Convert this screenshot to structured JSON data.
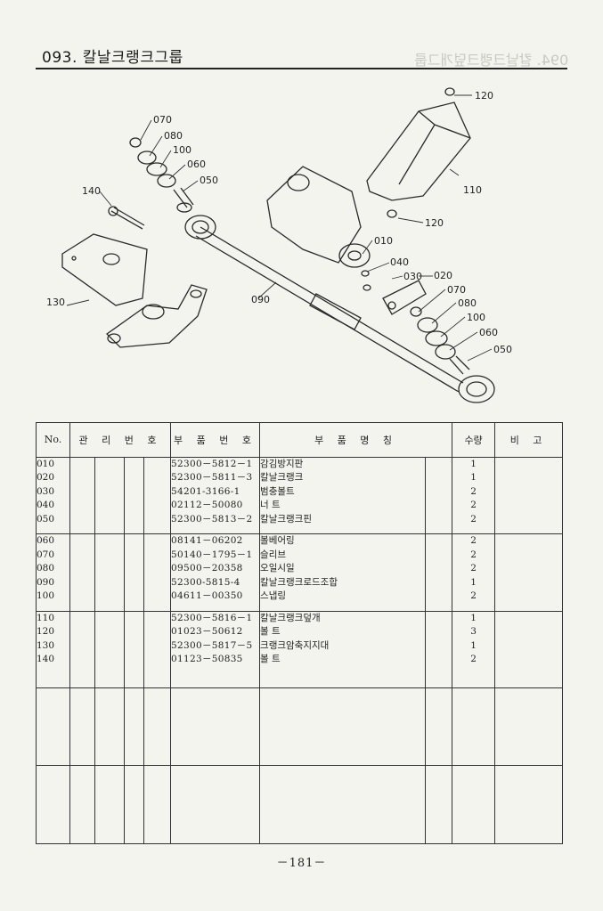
{
  "header": {
    "title": "093. 칼날크랭크그룹",
    "ghost_title": "094. 칼날크랭크덮개그룹"
  },
  "diagram": {
    "callouts": [
      "070",
      "080",
      "100",
      "060",
      "050",
      "140",
      "130",
      "090",
      "120",
      "110",
      "120",
      "010",
      "040",
      "030",
      "020",
      "070",
      "080",
      "100",
      "060",
      "050"
    ]
  },
  "table": {
    "headers": {
      "no": "No.",
      "mgmt": "관 리 번 호",
      "part_no": "부 품 번 호",
      "name": "부 품 명 칭",
      "qty": "수량",
      "note": "비 고"
    },
    "groups": [
      {
        "rows": [
          {
            "no": "010",
            "part_no": "52300－5812－1",
            "name": "감김방지판",
            "qty": "1"
          },
          {
            "no": "020",
            "part_no": "52300－5811－3",
            "name": "칼날크랭크",
            "qty": "1"
          },
          {
            "no": "030",
            "part_no": "54201-3166-1",
            "name": "범충볼트",
            "qty": "2"
          },
          {
            "no": "040",
            "part_no": "02112－50080",
            "name": "너  트",
            "qty": "2"
          },
          {
            "no": "050",
            "part_no": "52300－5813－2",
            "name": "칼날크랭크핀",
            "qty": "2"
          }
        ]
      },
      {
        "rows": [
          {
            "no": "060",
            "part_no": "08141－06202",
            "name": "볼베어링",
            "qty": "2"
          },
          {
            "no": "070",
            "part_no": "50140－1795－1",
            "name": "슬리브",
            "qty": "2"
          },
          {
            "no": "080",
            "part_no": "09500－20358",
            "name": "오일시일",
            "qty": "2"
          },
          {
            "no": "090",
            "part_no": "52300-5815-4",
            "name": "칼날크랭크로드조합",
            "qty": "1"
          },
          {
            "no": "100",
            "part_no": "04611－00350",
            "name": "스냅링",
            "qty": "2"
          }
        ]
      },
      {
        "rows": [
          {
            "no": "110",
            "part_no": "52300－5816－1",
            "name": "칼날크랭크덮개",
            "qty": "1"
          },
          {
            "no": "120",
            "part_no": "01023－50612",
            "name": "볼  트",
            "qty": "3"
          },
          {
            "no": "130",
            "part_no": "52300－5817－5",
            "name": "크랭크암축지지대",
            "qty": "1"
          },
          {
            "no": "140",
            "part_no": "01123－50835",
            "name": "볼  트",
            "qty": "2"
          }
        ]
      }
    ]
  },
  "footer": {
    "page_number": "－181－"
  }
}
